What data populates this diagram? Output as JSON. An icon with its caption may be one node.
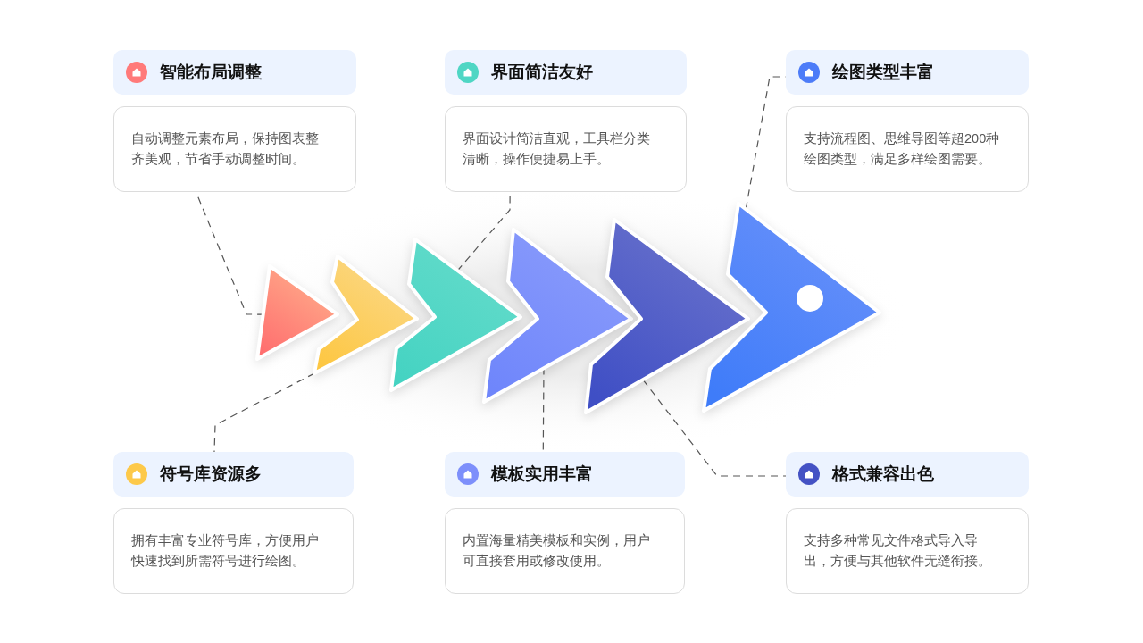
{
  "diagram": {
    "nodes": [
      {
        "text": [],
        "shape": "chevron"
      },
      {
        "text": [],
        "shape": "chevron"
      },
      {
        "text": [],
        "shape": "chevron"
      },
      {
        "text": [],
        "shape": "chevron"
      },
      {
        "text": [],
        "shape": "chevron"
      },
      {
        "text": [],
        "shape": "chevron"
      },
      {
        "text": [
          "智能布局调整"
        ]
      },
      {
        "text": [
          "自动调整元素布局，保持图表整齐美观，节省手动调整时间。"
        ]
      },
      {
        "text": [
          "界面简洁友好"
        ]
      },
      {
        "text": [
          "界面设计简洁直观，工具栏分类清晰，操作便捷易上手。"
        ]
      },
      {
        "text": [
          "绘图类型丰富"
        ]
      },
      {
        "text": [
          "支持流程图、思维导图等超200种绘图类型，满足多样绘图需要。"
        ]
      },
      {
        "text": [
          "符号库资源多"
        ]
      },
      {
        "text": [
          "拥有丰富专业符号库，方便用户快速找到所需符号进行绘图。"
        ]
      },
      {
        "text": [
          "模板实用丰富"
        ]
      },
      {
        "text": [
          "内置海量精美模板和实例，用户可直接套用或修改使用。"
        ]
      },
      {
        "text": [
          "格式兼容出色"
        ]
      },
      {
        "text": [
          "支持多种常见文件格式导入导出，方便与其他软件无缝衔接。"
        ]
      }
    ],
    "edges": [
      {
        "from": 0,
        "to": 7,
        "arrow": "none",
        "style": "dashed"
      },
      {
        "from": 1,
        "to": 12,
        "arrow": "none",
        "style": "dashed"
      },
      {
        "from": 2,
        "to": 9,
        "arrow": "none",
        "style": "dashed"
      },
      {
        "from": 3,
        "to": 14,
        "arrow": "none",
        "style": "dashed"
      },
      {
        "from": 4,
        "to": 16,
        "arrow": "none",
        "style": "dashed"
      },
      {
        "from": 5,
        "to": 10,
        "arrow": "none",
        "style": "dashed"
      }
    ]
  }
}
